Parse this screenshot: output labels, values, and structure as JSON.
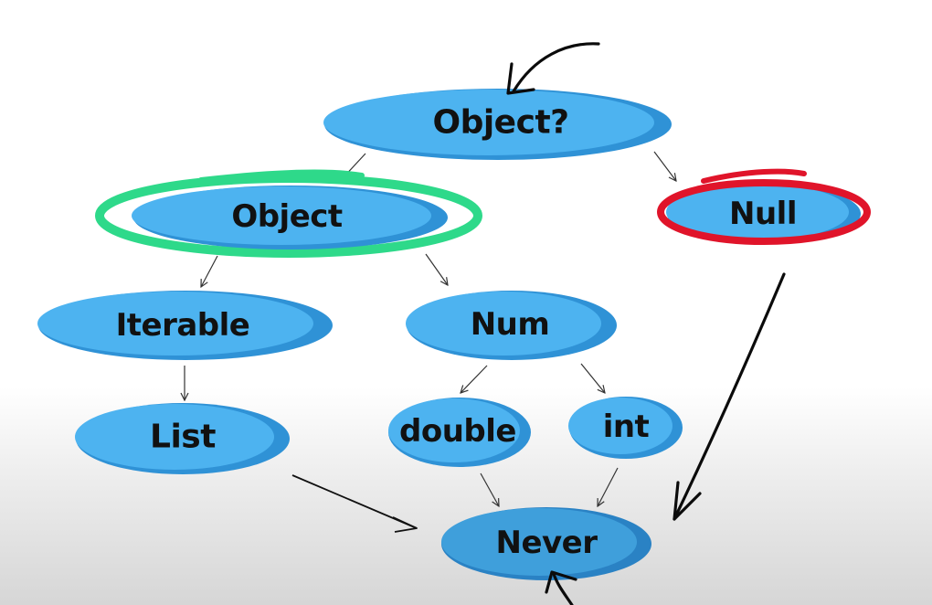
{
  "diagram": {
    "nodes": {
      "object_nullable": "Object?",
      "object": "Object",
      "null": "Null",
      "iterable": "Iterable",
      "num": "Num",
      "list": "List",
      "double": "double",
      "int": "int",
      "never": "Never"
    },
    "annotations": {
      "object_highlight": "green-circle",
      "null_highlight": "red-circle"
    },
    "colors": {
      "node_fill": "#4db3f0",
      "node_shade": "#2f92d6",
      "node_fill_dark": "#3f9fdb",
      "highlight_green": "#2ed98a",
      "highlight_red": "#e0142a"
    }
  }
}
